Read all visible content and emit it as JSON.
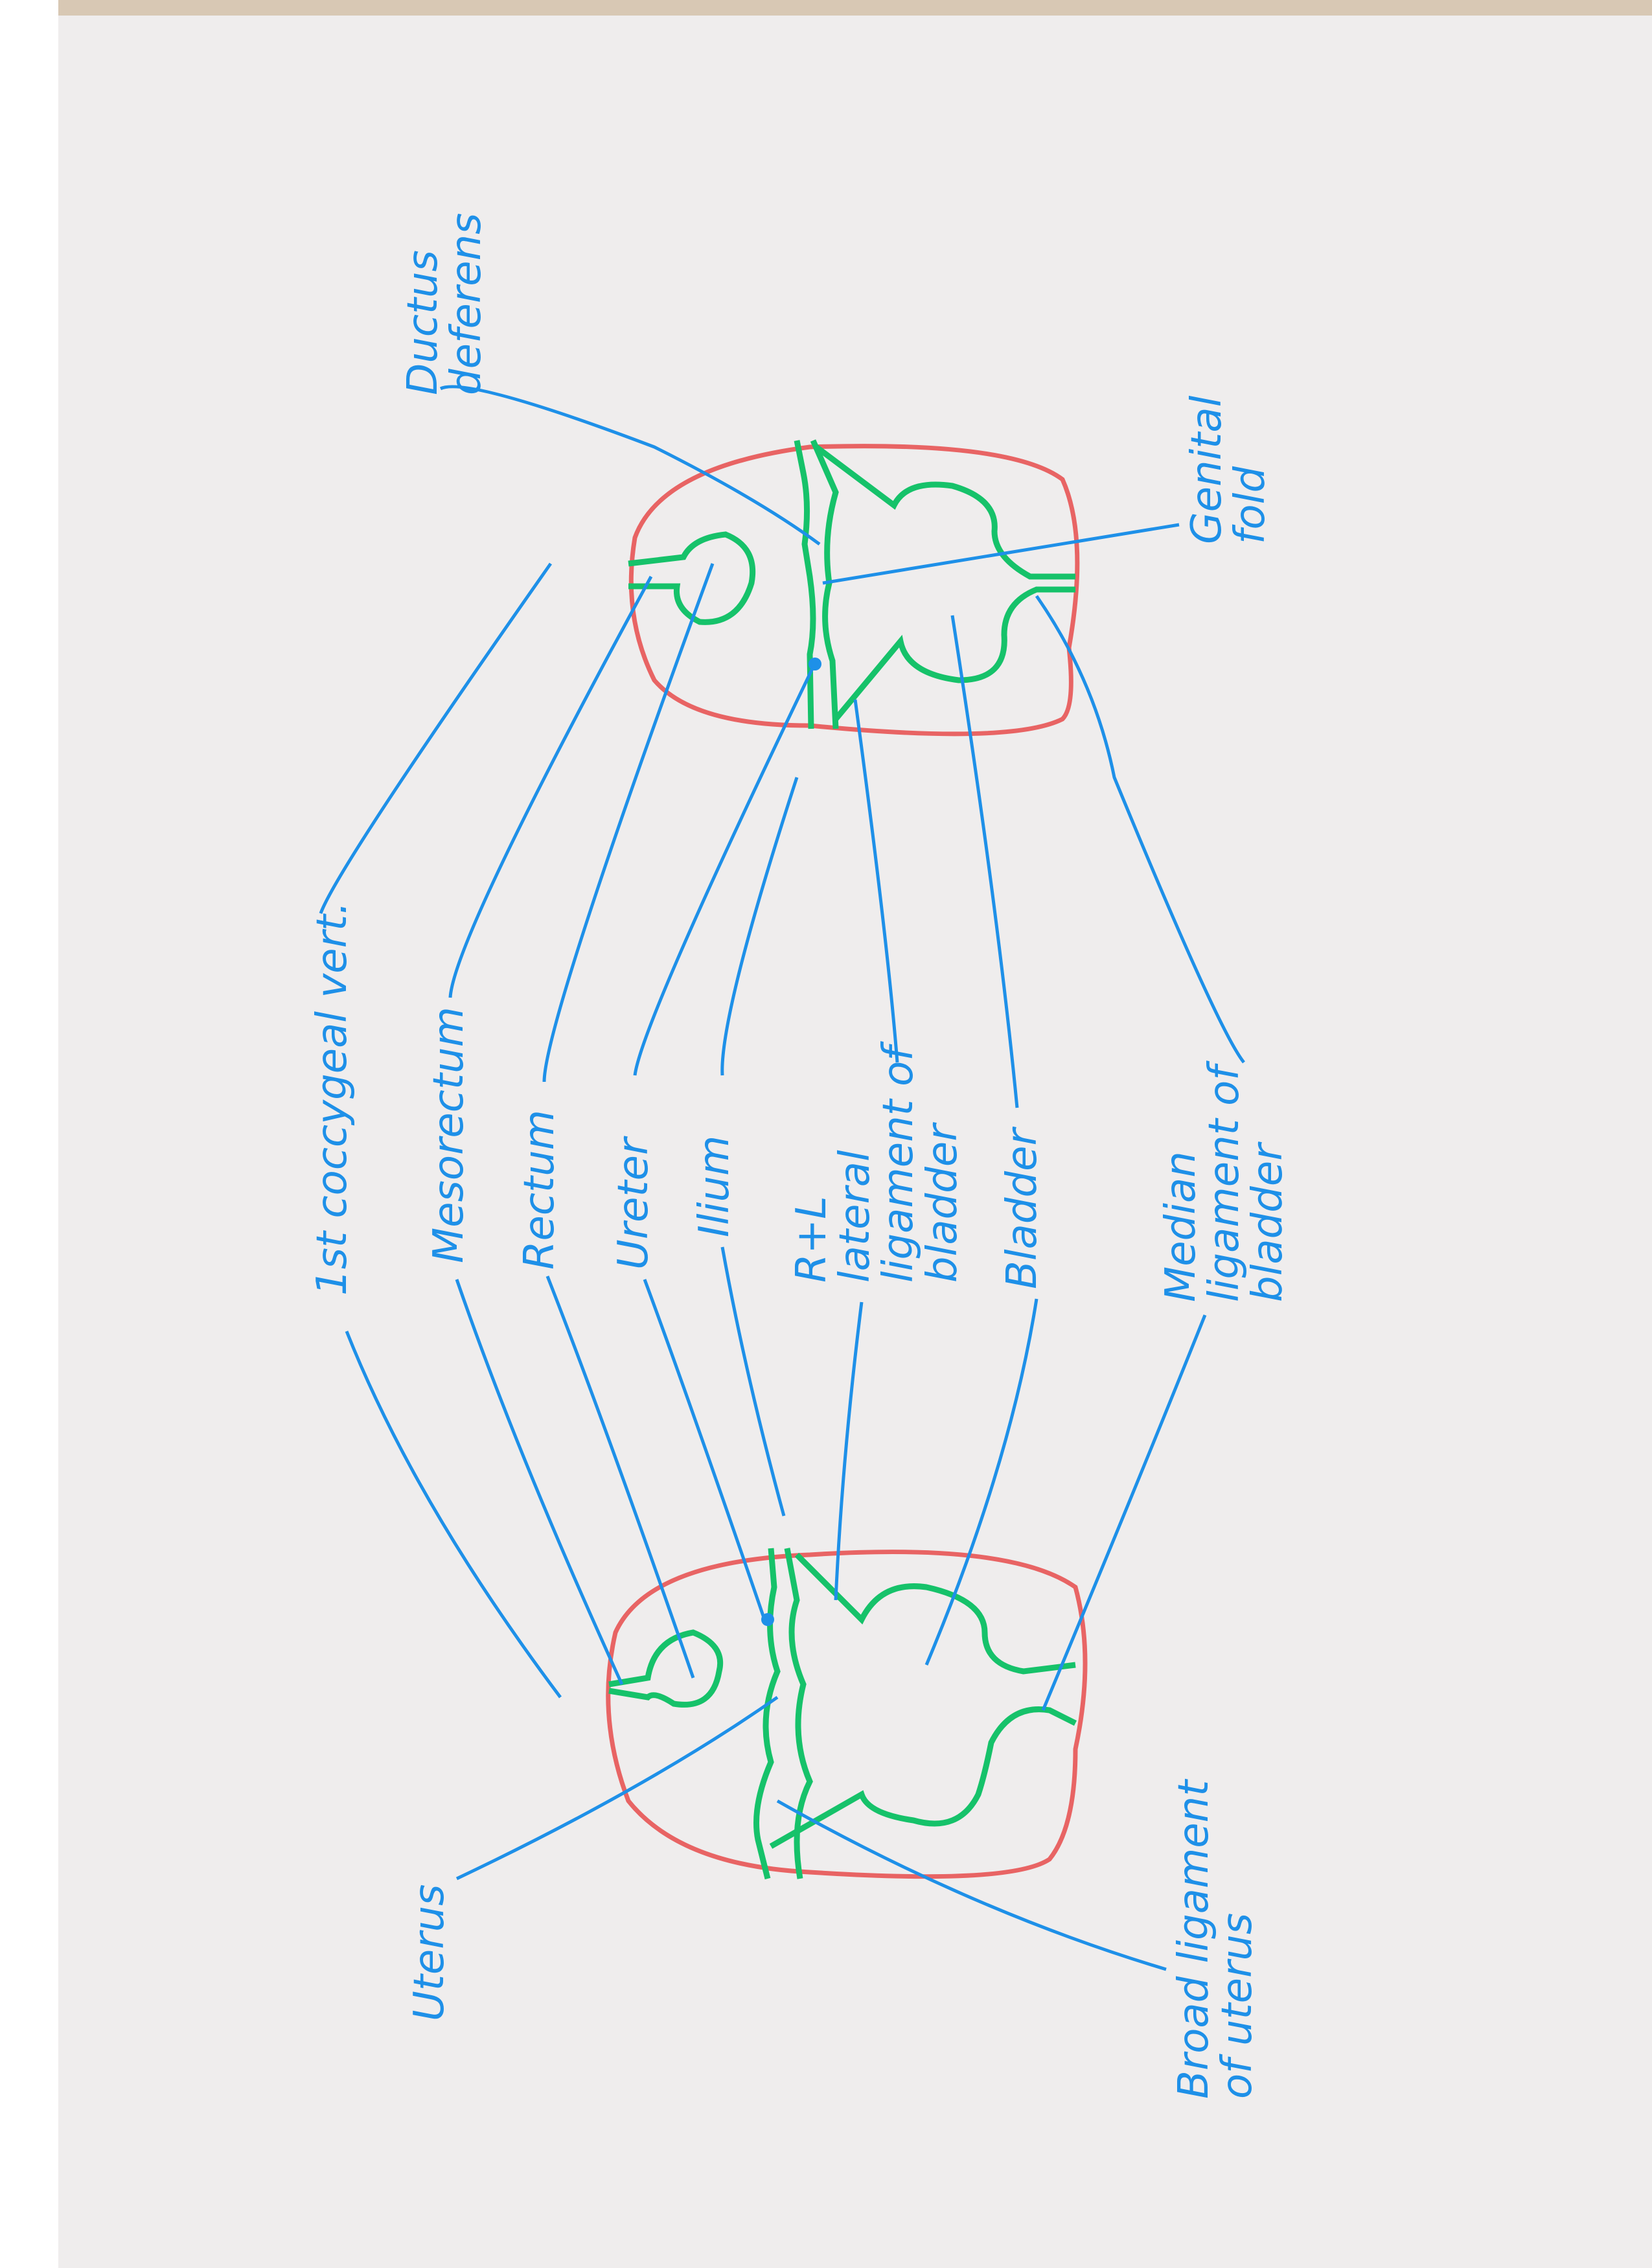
{
  "colors": {
    "paper": "#efeded",
    "pen_blue": "#1e90e8",
    "pen_green": "#16c26a",
    "pen_red": "#e86464"
  },
  "labels": {
    "ductus_deferens": "Ductus\ndeferens",
    "genital_fold": "Genital\nfold",
    "first_coccygeal_vert": "1st coccygeal vert.",
    "mesorectum": "Mesorectum",
    "rectum": "Rectum",
    "ureter": "Ureter",
    "ilium": "Ilium",
    "lateral_ligament_bladder": "R+L\nlateral\nligament of\nbladder",
    "bladder": "Bladder",
    "median_ligament_bladder": "Median\nligament of\nbladder",
    "uterus": "Uterus",
    "broad_ligament_uterus": "Broad ligament\nof uterus"
  }
}
